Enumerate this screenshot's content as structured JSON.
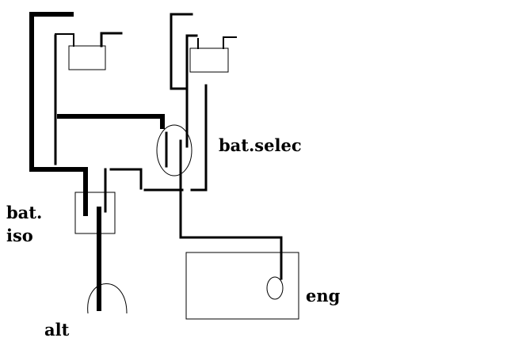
{
  "diagram": {
    "labels": {
      "battery_selector": "bat.selec",
      "battery_isolator_line1": "bat.",
      "battery_isolator_line2": "iso",
      "alternator": "alt",
      "engine": "eng"
    },
    "components": [
      "battery-left",
      "battery-right",
      "battery-selector",
      "battery-isolator",
      "alternator",
      "engine"
    ],
    "ink_color": "#000000",
    "background_color": "#ffffff"
  }
}
